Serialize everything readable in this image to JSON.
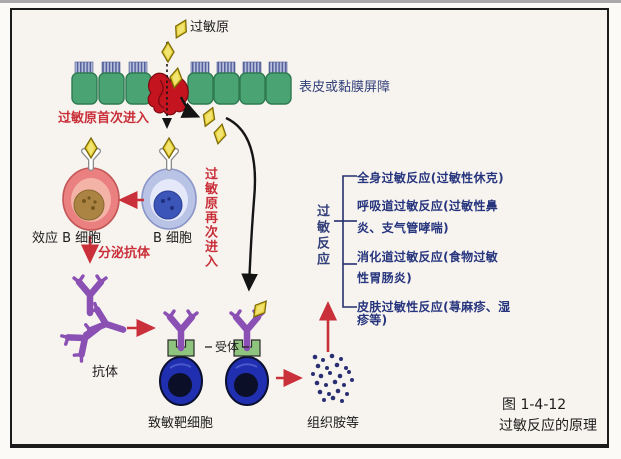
{
  "figure": {
    "caption_number": "图 1-4-12",
    "caption_title": "过敏反应的原理"
  },
  "labels": {
    "allergen": "过敏原",
    "barrier": "表皮或黏膜屏障",
    "first_entry": "过敏原首次进入",
    "effector_b_cell": "效应 B 细胞",
    "b_cell": "B 细胞",
    "secrete_antibody": "分泌抗体",
    "antibody": "抗体",
    "re_entry": "过敏原再次进入",
    "receptor": "受体",
    "sensitized_target_cell": "致敏靶细胞",
    "histamine": "组织胺等",
    "allergic_reaction": "过敏反应"
  },
  "reaction_list": {
    "items": [
      {
        "line1": "全身过敏反应(过敏性休克)",
        "line2": ""
      },
      {
        "line1": "呼吸道过敏反应(过敏性鼻",
        "line2": "炎、支气管哮喘)"
      },
      {
        "line1": "消化道过敏反应(食物过敏",
        "line2": "性胃肠炎)"
      },
      {
        "line1": "皮肤过敏性反应(荨麻疹、湿",
        "line2": "疹等)"
      }
    ]
  },
  "icons": {
    "allergen_diamond": "yellow-diamond-icon",
    "epithelial_cell": "green-barrier-cell",
    "damaged_cell": "red-damaged-cell",
    "antibody_shape": "purple-y-antibody",
    "receptor_shape": "white-y-receptor",
    "histamine_dots": "scattered-dots"
  },
  "colors": {
    "allergen_yellow": "#e9d23e",
    "barrier_green": "#4aa373",
    "cilia_blue": "#8e97c9",
    "damaged_red": "#c41420",
    "effector_cell_pink": "#ea8080",
    "effector_nucleus_tan": "#ab8444",
    "b_cell_blue": "#b9c3e6",
    "b_cell_nucleus": "#3b55b8",
    "antibody_purple": "#8a50b4",
    "target_cell_navy": "#1f2fb0",
    "receptor_base_green": "#8fc47e",
    "arrow_red": "#c9303a",
    "list_text_navy": "#27357e",
    "frame_black": "#1b1b1b"
  }
}
